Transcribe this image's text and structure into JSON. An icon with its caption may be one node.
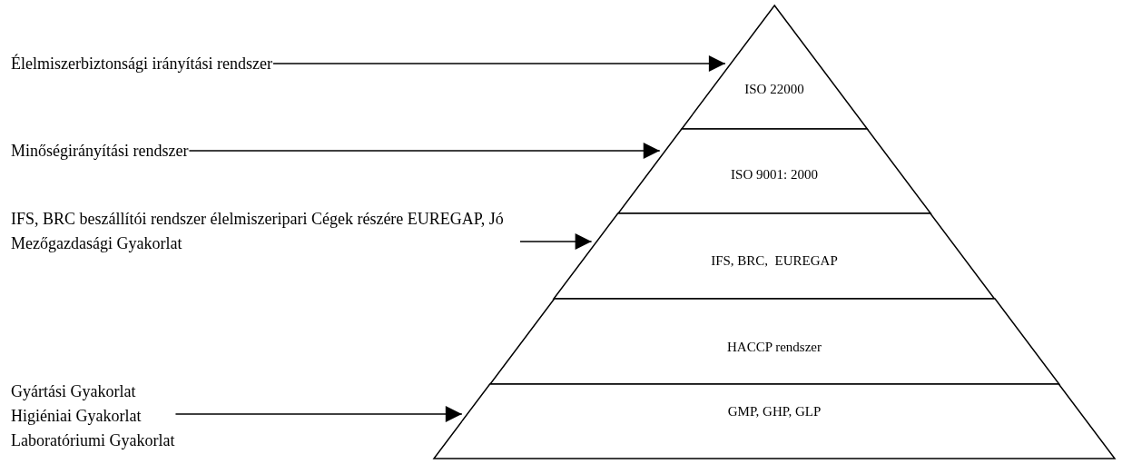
{
  "diagram": {
    "nodes": [
      {
        "text": [
          "Élelmiszerbiztonsági irányítási rendszer"
        ]
      },
      {
        "text": [
          "ISO 22000"
        ]
      },
      {
        "text": [
          "Minőségirányítási rendszer"
        ]
      },
      {
        "text": [
          "ISO 9001: 2000"
        ]
      },
      {
        "text": [
          "IFS, BRC beszállítói rendszer élelmiszeripari Cégek részére EUREGAP, Jó Mezőgazdasági Gyakorlat"
        ]
      },
      {
        "text": [
          "IFS, BRC,  EUREGAP"
        ]
      },
      {
        "text": [
          "HACCP rendszer"
        ]
      },
      {
        "text": [
          "Gyártási Gyakorlat",
          "Higiéniai Gyakorlat",
          "Laboratóriumi Gyakorlat"
        ]
      },
      {
        "text": [
          "GMP, GHP, GLP"
        ]
      }
    ],
    "edges": [
      {
        "from": 0,
        "to": 1,
        "arrow": "to"
      },
      {
        "from": 2,
        "to": 3,
        "arrow": "to"
      },
      {
        "from": 4,
        "to": 5,
        "arrow": "to"
      },
      {
        "from": 7,
        "to": 8,
        "arrow": "to"
      }
    ]
  }
}
